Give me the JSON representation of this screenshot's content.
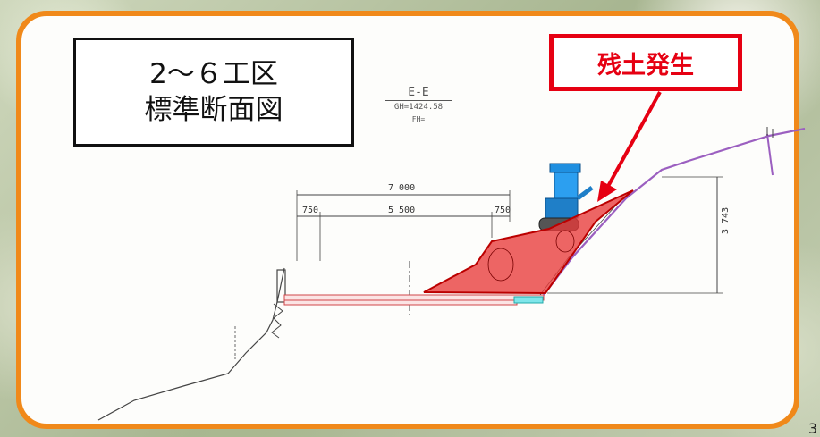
{
  "title_box": {
    "line1": "2～６工区",
    "line2": "標準断面図"
  },
  "callout": {
    "label": "残土発生"
  },
  "section": {
    "name": "E-E",
    "gh": "GH=1424.58",
    "fh": "FH="
  },
  "dimensions": {
    "total_width": "7 000",
    "center_width": "5 500",
    "left_shoulder": "750",
    "right_shoulder": "750",
    "height": "3 743"
  },
  "page_number": "3",
  "colors": {
    "frame": "#f0891a",
    "callout": "#e60012",
    "fill_area": "#e83a3a"
  },
  "icons": {
    "machine": "excavator-icon"
  }
}
